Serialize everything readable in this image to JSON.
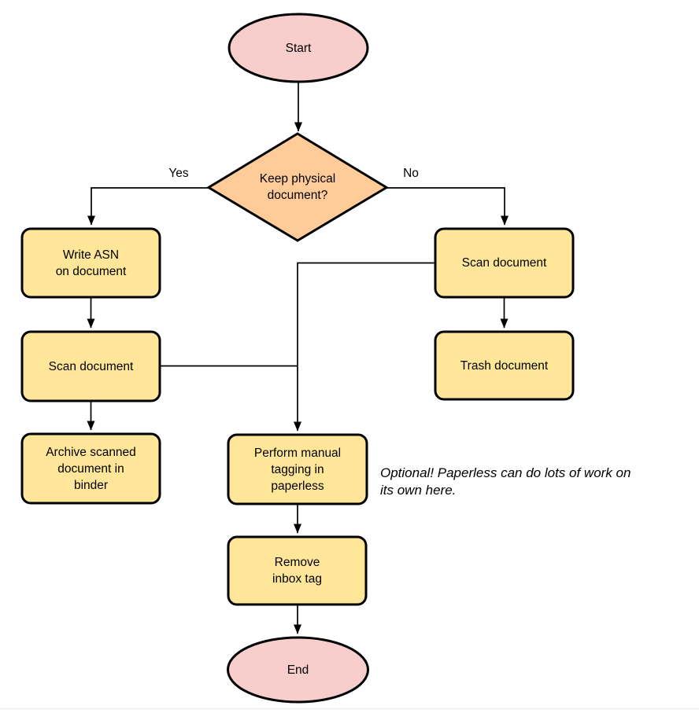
{
  "diagram": {
    "type": "flowchart",
    "colors": {
      "background": "#ffffff",
      "stroke": "#000000",
      "edge": "#000000",
      "terminal_fill": "#f8cecc",
      "decision_fill": "#ffcc99",
      "process_fill": "#ffe699",
      "footer_line": "#f0ede6"
    },
    "nodes": [
      {
        "id": "start",
        "type": "terminal",
        "label": "Start"
      },
      {
        "id": "decision",
        "type": "decision",
        "label": "Keep physical\ndocument?"
      },
      {
        "id": "write-asn",
        "type": "process",
        "label": "Write ASN\non document"
      },
      {
        "id": "scan-left",
        "type": "process",
        "label": "Scan document"
      },
      {
        "id": "archive",
        "type": "process",
        "label": "Archive scanned\ndocument in\nbinder"
      },
      {
        "id": "scan-right",
        "type": "process",
        "label": "Scan document"
      },
      {
        "id": "trash",
        "type": "process",
        "label": "Trash document"
      },
      {
        "id": "perform-tagging",
        "type": "process",
        "label": "Perform manual\ntagging in\npaperless"
      },
      {
        "id": "remove-inbox",
        "type": "process",
        "label": "Remove\ninbox tag"
      },
      {
        "id": "end",
        "type": "terminal",
        "label": "End"
      }
    ],
    "edge_labels": {
      "yes": "Yes",
      "no": "No"
    },
    "annotation": "Optional! Paperless can do lots of work on\nits own here."
  }
}
